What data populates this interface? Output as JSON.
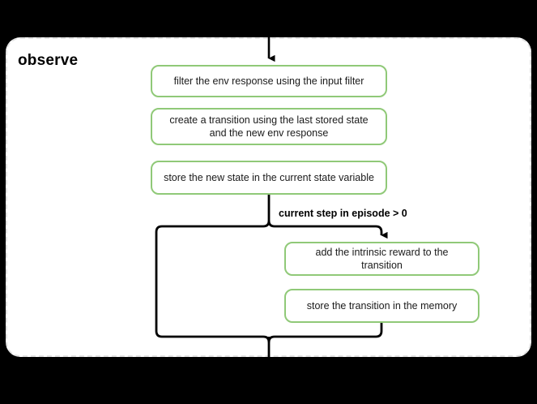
{
  "diagram": {
    "title": "observe",
    "type": "flowchart",
    "background_color": "#000000",
    "container": {
      "name": "observe",
      "border_style": "dashed",
      "border_color": "#e2e2e2",
      "fill_color": "#ffffff"
    },
    "node_style": {
      "border_color": "#90c978",
      "fill_color": "#ffffff",
      "text_color": "#1a1a1a"
    },
    "edge_color": "#000000",
    "nodes": [
      {
        "id": "filter",
        "label": "filter the env response using the input filter"
      },
      {
        "id": "transition",
        "label": "create a transition using the last stored state and the new env response"
      },
      {
        "id": "store_state",
        "label": "store the new state in the current state variable"
      },
      {
        "id": "intrinsic",
        "label": "add the intrinsic reward to the transition"
      },
      {
        "id": "memory",
        "label": "store the transition in the memory"
      }
    ],
    "edges": [
      {
        "from": "entry",
        "to": "filter",
        "label": ""
      },
      {
        "from": "store_state",
        "to": "intrinsic",
        "label": "current step in episode > 0"
      },
      {
        "from": "store_state",
        "to": "merge",
        "label": ""
      },
      {
        "from": "memory",
        "to": "merge",
        "label": ""
      },
      {
        "from": "merge",
        "to": "exit",
        "label": ""
      }
    ],
    "branch_label": "current step in episode > 0"
  }
}
